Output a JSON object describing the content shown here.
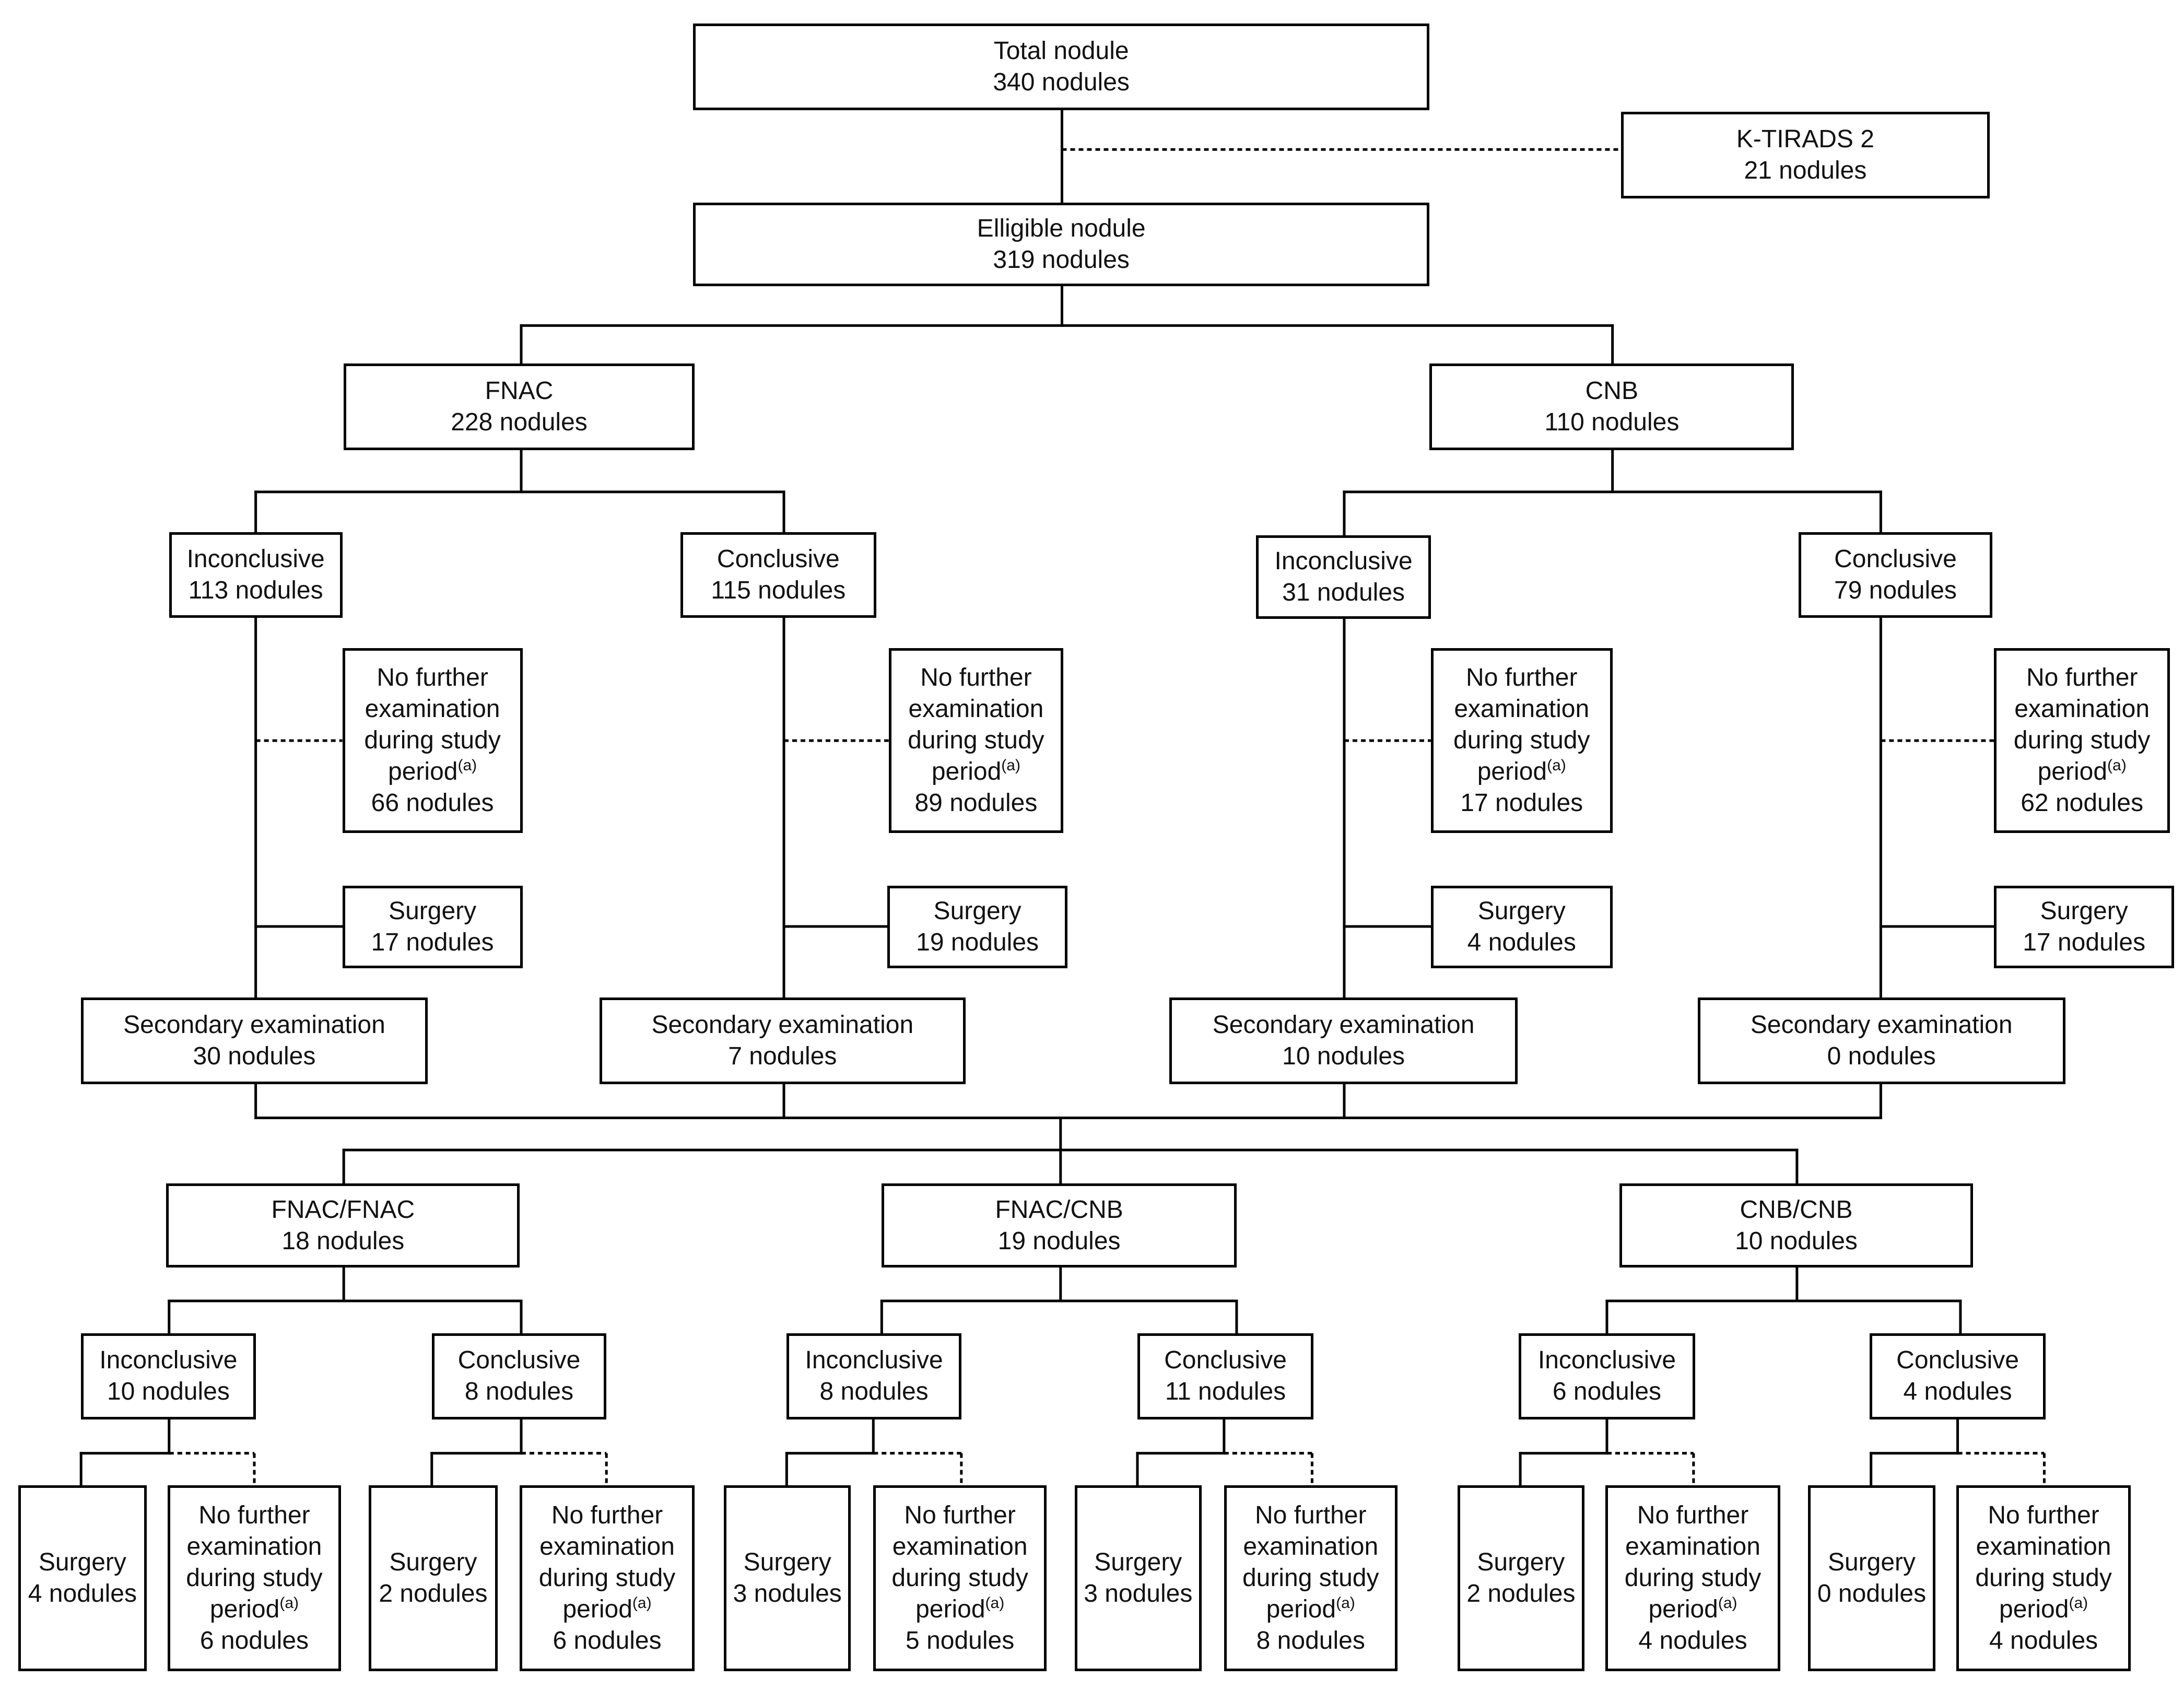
{
  "nodes": {
    "total": {
      "title": "Total nodule",
      "count": "340 nodules"
    },
    "ktirads": {
      "title": "K-TIRADS 2",
      "count": "21 nodules"
    },
    "eligible": {
      "title": "Elligible nodule",
      "count": "319 nodules"
    },
    "fnac": {
      "title": "FNAC",
      "count": "228 nodules"
    },
    "cnb": {
      "title": "CNB",
      "count": "110 nodules"
    },
    "fnac_inconclusive": {
      "title": "Inconclusive",
      "count": "113 nodules"
    },
    "fnac_conclusive": {
      "title": "Conclusive",
      "count": "115 nodules"
    },
    "cnb_inconclusive": {
      "title": "Inconclusive",
      "count": "31 nodules"
    },
    "cnb_conclusive": {
      "title": "Conclusive",
      "count": "79 nodules"
    },
    "fi_nofurther": {
      "count": "66 nodules"
    },
    "fc_nofurther": {
      "count": "89 nodules"
    },
    "ci_nofurther": {
      "count": "17 nodules"
    },
    "cc_nofurther": {
      "count": "62 nodules"
    },
    "fi_surgery": {
      "title": "Surgery",
      "count": "17 nodules"
    },
    "fc_surgery": {
      "title": "Surgery",
      "count": "19 nodules"
    },
    "ci_surgery": {
      "title": "Surgery",
      "count": "4 nodules"
    },
    "cc_surgery": {
      "title": "Surgery",
      "count": "17 nodules"
    },
    "fi_secondary": {
      "title": "Secondary examination",
      "count": "30 nodules"
    },
    "fc_secondary": {
      "title": "Secondary examination",
      "count": "7 nodules"
    },
    "ci_secondary": {
      "title": "Secondary examination",
      "count": "10 nodules"
    },
    "cc_secondary": {
      "title": "Secondary examination",
      "count": "0 nodules"
    },
    "fnacfnac": {
      "title": "FNAC/FNAC",
      "count": "18 nodules"
    },
    "fnaccnb": {
      "title": "FNAC/CNB",
      "count": "19 nodules"
    },
    "cnbcnb": {
      "title": "CNB/CNB",
      "count": "10 nodules"
    },
    "ff_inconclusive": {
      "title": "Inconclusive",
      "count": "10 nodules"
    },
    "ff_conclusive": {
      "title": "Conclusive",
      "count": "8 nodules"
    },
    "fcn_inconclusive": {
      "title": "Inconclusive",
      "count": "8 nodules"
    },
    "fcn_conclusive": {
      "title": "Conclusive",
      "count": "11 nodules"
    },
    "cc2_inconclusive": {
      "title": "Inconclusive",
      "count": "6 nodules"
    },
    "cc2_conclusive": {
      "title": "Conclusive",
      "count": "4 nodules"
    },
    "ffi_surgery": {
      "title": "Surgery",
      "count": "4 nodules"
    },
    "ffi_nofurther": {
      "count": "6 nodules"
    },
    "ffc_surgery": {
      "title": "Surgery",
      "count": "2 nodules"
    },
    "ffc_nofurther": {
      "count": "6 nodules"
    },
    "fcni_surgery": {
      "title": "Surgery",
      "count": "3 nodules"
    },
    "fcni_nofurther": {
      "count": "5 nodules"
    },
    "fcnc_surgery": {
      "title": "Surgery",
      "count": "3 nodules"
    },
    "fcnc_nofurther": {
      "count": "8 nodules"
    },
    "cci_surgery": {
      "title": "Surgery",
      "count": "2 nodules"
    },
    "cci_nofurther": {
      "count": "4 nodules"
    },
    "ccc_surgery": {
      "title": "Surgery",
      "count": "0 nodules"
    },
    "ccc_nofurther": {
      "count": "4 nodules"
    }
  },
  "no_further_lines": [
    "No further",
    "examination",
    "during study",
    "period"
  ],
  "footnote_marker": "(a)"
}
